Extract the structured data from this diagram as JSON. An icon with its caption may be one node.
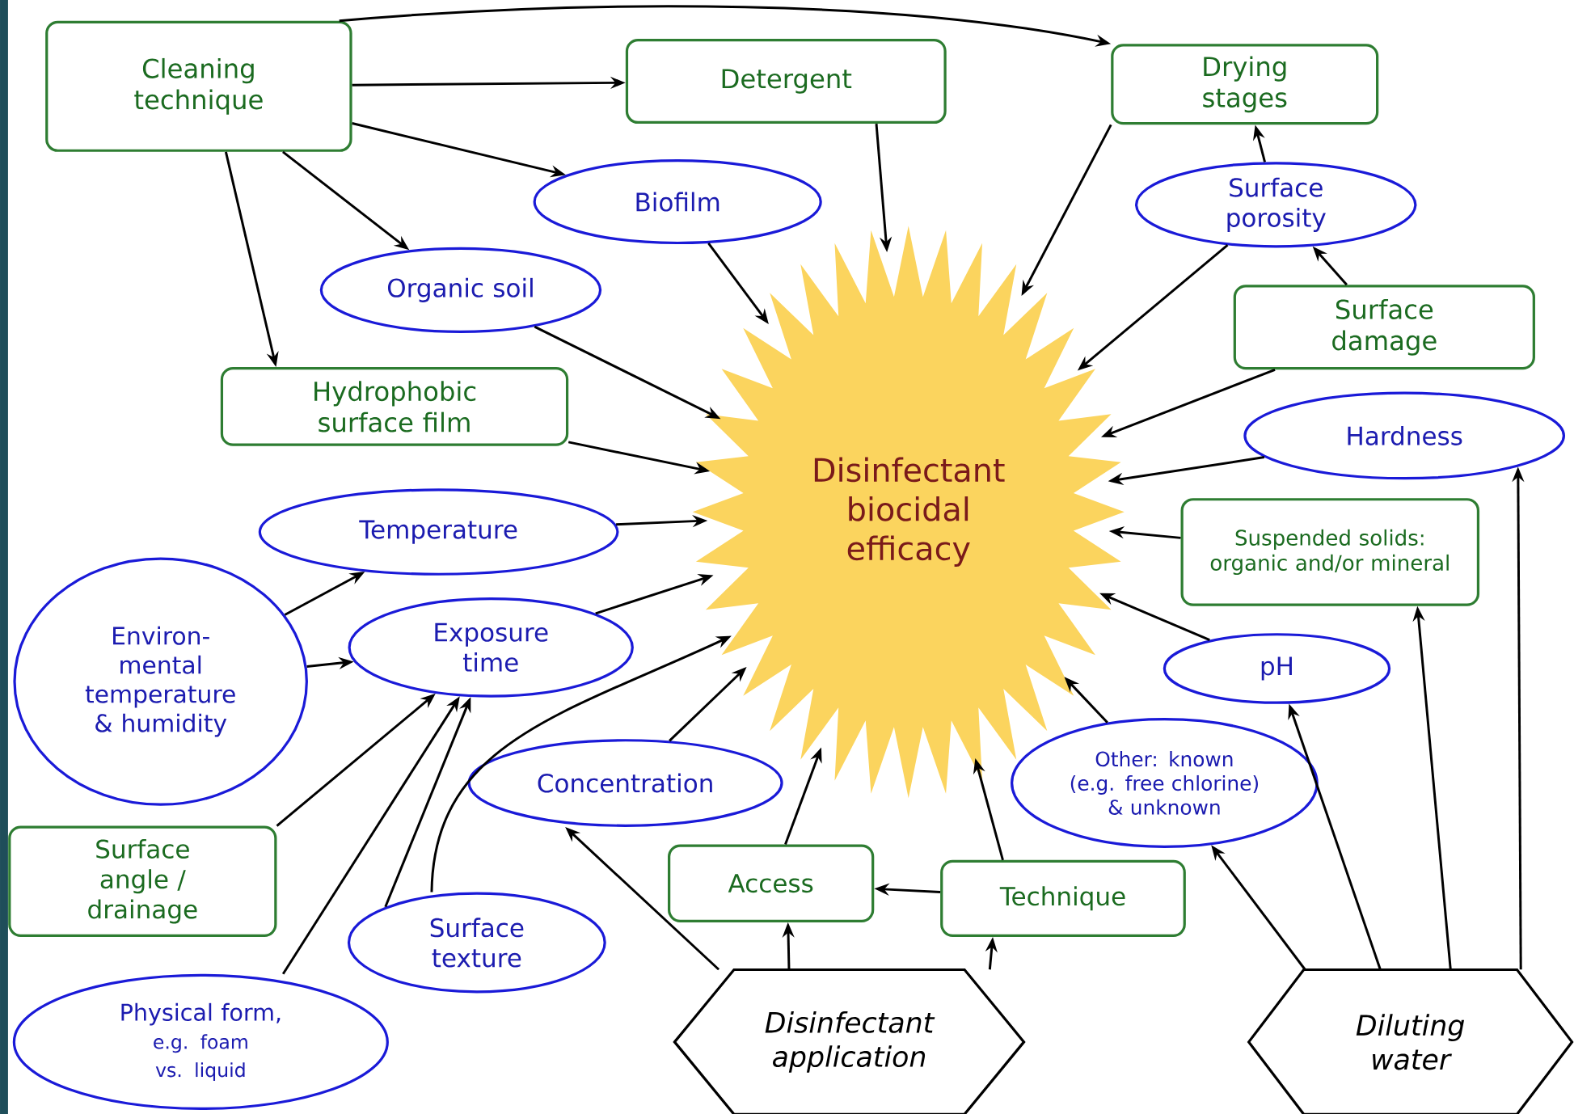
{
  "diagram": {
    "nodes": [
      {
        "text": [
          "Cleaning technique"
        ]
      },
      {
        "text": [
          "Detergent"
        ]
      },
      {
        "text": [
          "Drying stages"
        ]
      },
      {
        "text": [
          "Biofilm"
        ]
      },
      {
        "text": [
          "Surface porosity"
        ]
      },
      {
        "text": [
          "Organic soil"
        ]
      },
      {
        "text": [
          "Surface damage"
        ]
      },
      {
        "text": [
          "Hydrophobic surface film"
        ]
      },
      {
        "text": [
          "Disinfectant biocidal efficacy"
        ]
      },
      {
        "text": [
          "Hardness"
        ]
      },
      {
        "text": [
          "Temperature"
        ]
      },
      {
        "text": [
          "Suspended solids: organic and/or mineral"
        ]
      },
      {
        "text": [
          "Environ-mental temperature & humidity"
        ]
      },
      {
        "text": [
          "Exposure time"
        ]
      },
      {
        "text": [
          "pH"
        ]
      },
      {
        "text": [
          "Other: known (e.g. free chlorine) & unknown"
        ]
      },
      {
        "text": [
          "Concentration"
        ]
      },
      {
        "text": [
          "Surface angle / drainage"
        ]
      },
      {
        "text": [
          "Access"
        ]
      },
      {
        "text": [
          "Technique"
        ]
      },
      {
        "text": [
          "Surface texture"
        ]
      },
      {
        "text": [
          "Physical form,",
          "e.g. foam vs. liquid"
        ]
      },
      {
        "text": [
          "Disinfectant application"
        ]
      },
      {
        "text": [
          "Diluting water"
        ]
      }
    ],
    "edges": [
      {
        "from": 0,
        "to": 1,
        "arrow": "to"
      },
      {
        "from": 0,
        "to": 2,
        "arrow": "to"
      },
      {
        "from": 0,
        "to": 3,
        "arrow": "to"
      },
      {
        "from": 0,
        "to": 5,
        "arrow": "to"
      },
      {
        "from": 0,
        "to": 7,
        "arrow": "to"
      },
      {
        "from": 1,
        "to": 8,
        "arrow": "to"
      },
      {
        "from": 2,
        "to": 8,
        "arrow": "to"
      },
      {
        "from": 3,
        "to": 8,
        "arrow": "to"
      },
      {
        "from": 5,
        "to": 8,
        "arrow": "to"
      },
      {
        "from": 4,
        "to": 2,
        "arrow": "to"
      },
      {
        "from": 4,
        "to": 8,
        "arrow": "to"
      },
      {
        "from": 6,
        "to": 4,
        "arrow": "to"
      },
      {
        "from": 6,
        "to": 8,
        "arrow": "to"
      },
      {
        "from": 7,
        "to": 8,
        "arrow": "to"
      },
      {
        "from": 9,
        "to": 8,
        "arrow": "to"
      },
      {
        "from": 10,
        "to": 8,
        "arrow": "to"
      },
      {
        "from": 11,
        "to": 8,
        "arrow": "to"
      },
      {
        "from": 12,
        "to": 10,
        "arrow": "to"
      },
      {
        "from": 12,
        "to": 13,
        "arrow": "to"
      },
      {
        "from": 13,
        "to": 8,
        "arrow": "to"
      },
      {
        "from": 14,
        "to": 8,
        "arrow": "to"
      },
      {
        "from": 15,
        "to": 8,
        "arrow": "to"
      },
      {
        "from": 16,
        "to": 8,
        "arrow": "to"
      },
      {
        "from": 17,
        "to": 13,
        "arrow": "to"
      },
      {
        "from": 21,
        "to": 13,
        "arrow": "to"
      },
      {
        "from": 20,
        "to": 13,
        "arrow": "to"
      },
      {
        "from": 20,
        "to": 8,
        "arrow": "to"
      },
      {
        "from": 22,
        "to": 16,
        "arrow": "to"
      },
      {
        "from": 22,
        "to": 18,
        "arrow": "to"
      },
      {
        "from": 22,
        "to": 19,
        "arrow": "to"
      },
      {
        "from": 18,
        "to": 8,
        "arrow": "to"
      },
      {
        "from": 19,
        "to": 18,
        "arrow": "to"
      },
      {
        "from": 19,
        "to": 8,
        "arrow": "to"
      },
      {
        "from": 23,
        "to": 15,
        "arrow": "to"
      },
      {
        "from": 23,
        "to": 14,
        "arrow": "to"
      },
      {
        "from": 23,
        "to": 11,
        "arrow": "to"
      },
      {
        "from": 23,
        "to": 9,
        "arrow": "to"
      }
    ]
  }
}
